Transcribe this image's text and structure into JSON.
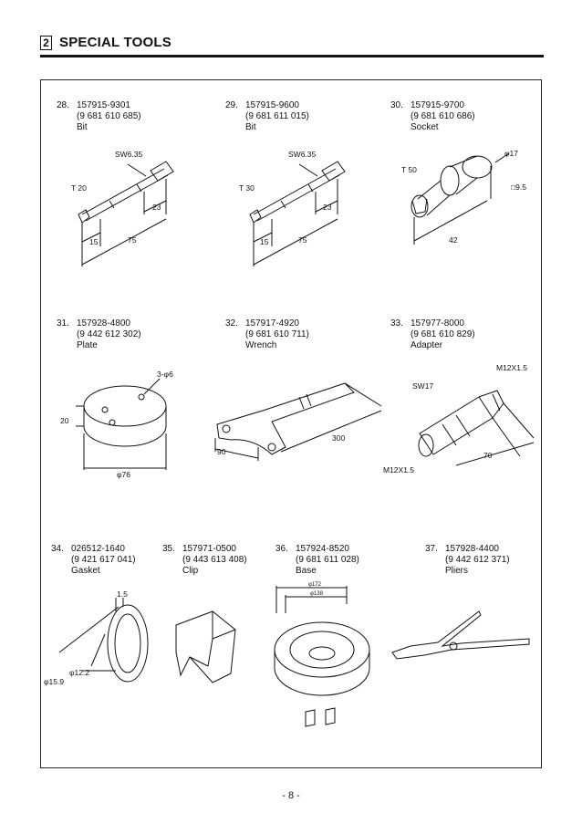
{
  "section": {
    "number": "2",
    "title": "SPECIAL TOOLS"
  },
  "tools": [
    {
      "no": "28.",
      "part": "157915-9301",
      "ref": "(9 681 610 685)",
      "name": "Bit",
      "dims": {
        "sw": "SW6.35",
        "tip": "T 20",
        "d1": "23",
        "d2": "15",
        "d3": "75"
      }
    },
    {
      "no": "29.",
      "part": "157915-9600",
      "ref": "(9 681 611 015)",
      "name": "Bit",
      "dims": {
        "sw": "SW6.35",
        "tip": "T 30",
        "d1": "23",
        "d2": "15",
        "d3": "75"
      }
    },
    {
      "no": "30.",
      "part": "157915-9700",
      "ref": "(9 681 610 686)",
      "name": "Socket",
      "dims": {
        "tip": "T 50",
        "dia": "φ17",
        "sq": "□9.5",
        "len": "42"
      }
    },
    {
      "no": "31.",
      "part": "157928-4800",
      "ref": "(9 442 612 302)",
      "name": "Plate",
      "dims": {
        "holes": "3-φ6",
        "h": "20",
        "dia": "φ76"
      }
    },
    {
      "no": "32.",
      "part": "157917-4920",
      "ref": "(9 681 610 711)",
      "name": "Wrench",
      "dims": {
        "len": "300",
        "w": "90"
      }
    },
    {
      "no": "33.",
      "part": "157977-8000",
      "ref": "(9 681 610 829)",
      "name": "Adapter",
      "dims": {
        "thread1": "M12X1.5",
        "sw": "SW17",
        "thread2": "M12X1.5",
        "len": "70"
      }
    },
    {
      "no": "34.",
      "part": "026512-1640",
      "ref": "(9 421 617 041)",
      "name": "Gasket",
      "dims": {
        "t": "1.5",
        "d_in": "φ12.2",
        "d_out": "φ15.9"
      }
    },
    {
      "no": "35.",
      "part": "157971-0500",
      "ref": "(9 443 613 408)",
      "name": "Clip",
      "dims": {}
    },
    {
      "no": "36.",
      "part": "157924-8520",
      "ref": "(9 681 611 028)",
      "name": "Base",
      "dims": {
        "d1": "φ172",
        "d2": "φ138"
      }
    },
    {
      "no": "37.",
      "part": "157928-4400",
      "ref": "(9 442 612 371)",
      "name": "Pliers",
      "dims": {}
    }
  ],
  "footer": {
    "page": "- 8 -"
  }
}
